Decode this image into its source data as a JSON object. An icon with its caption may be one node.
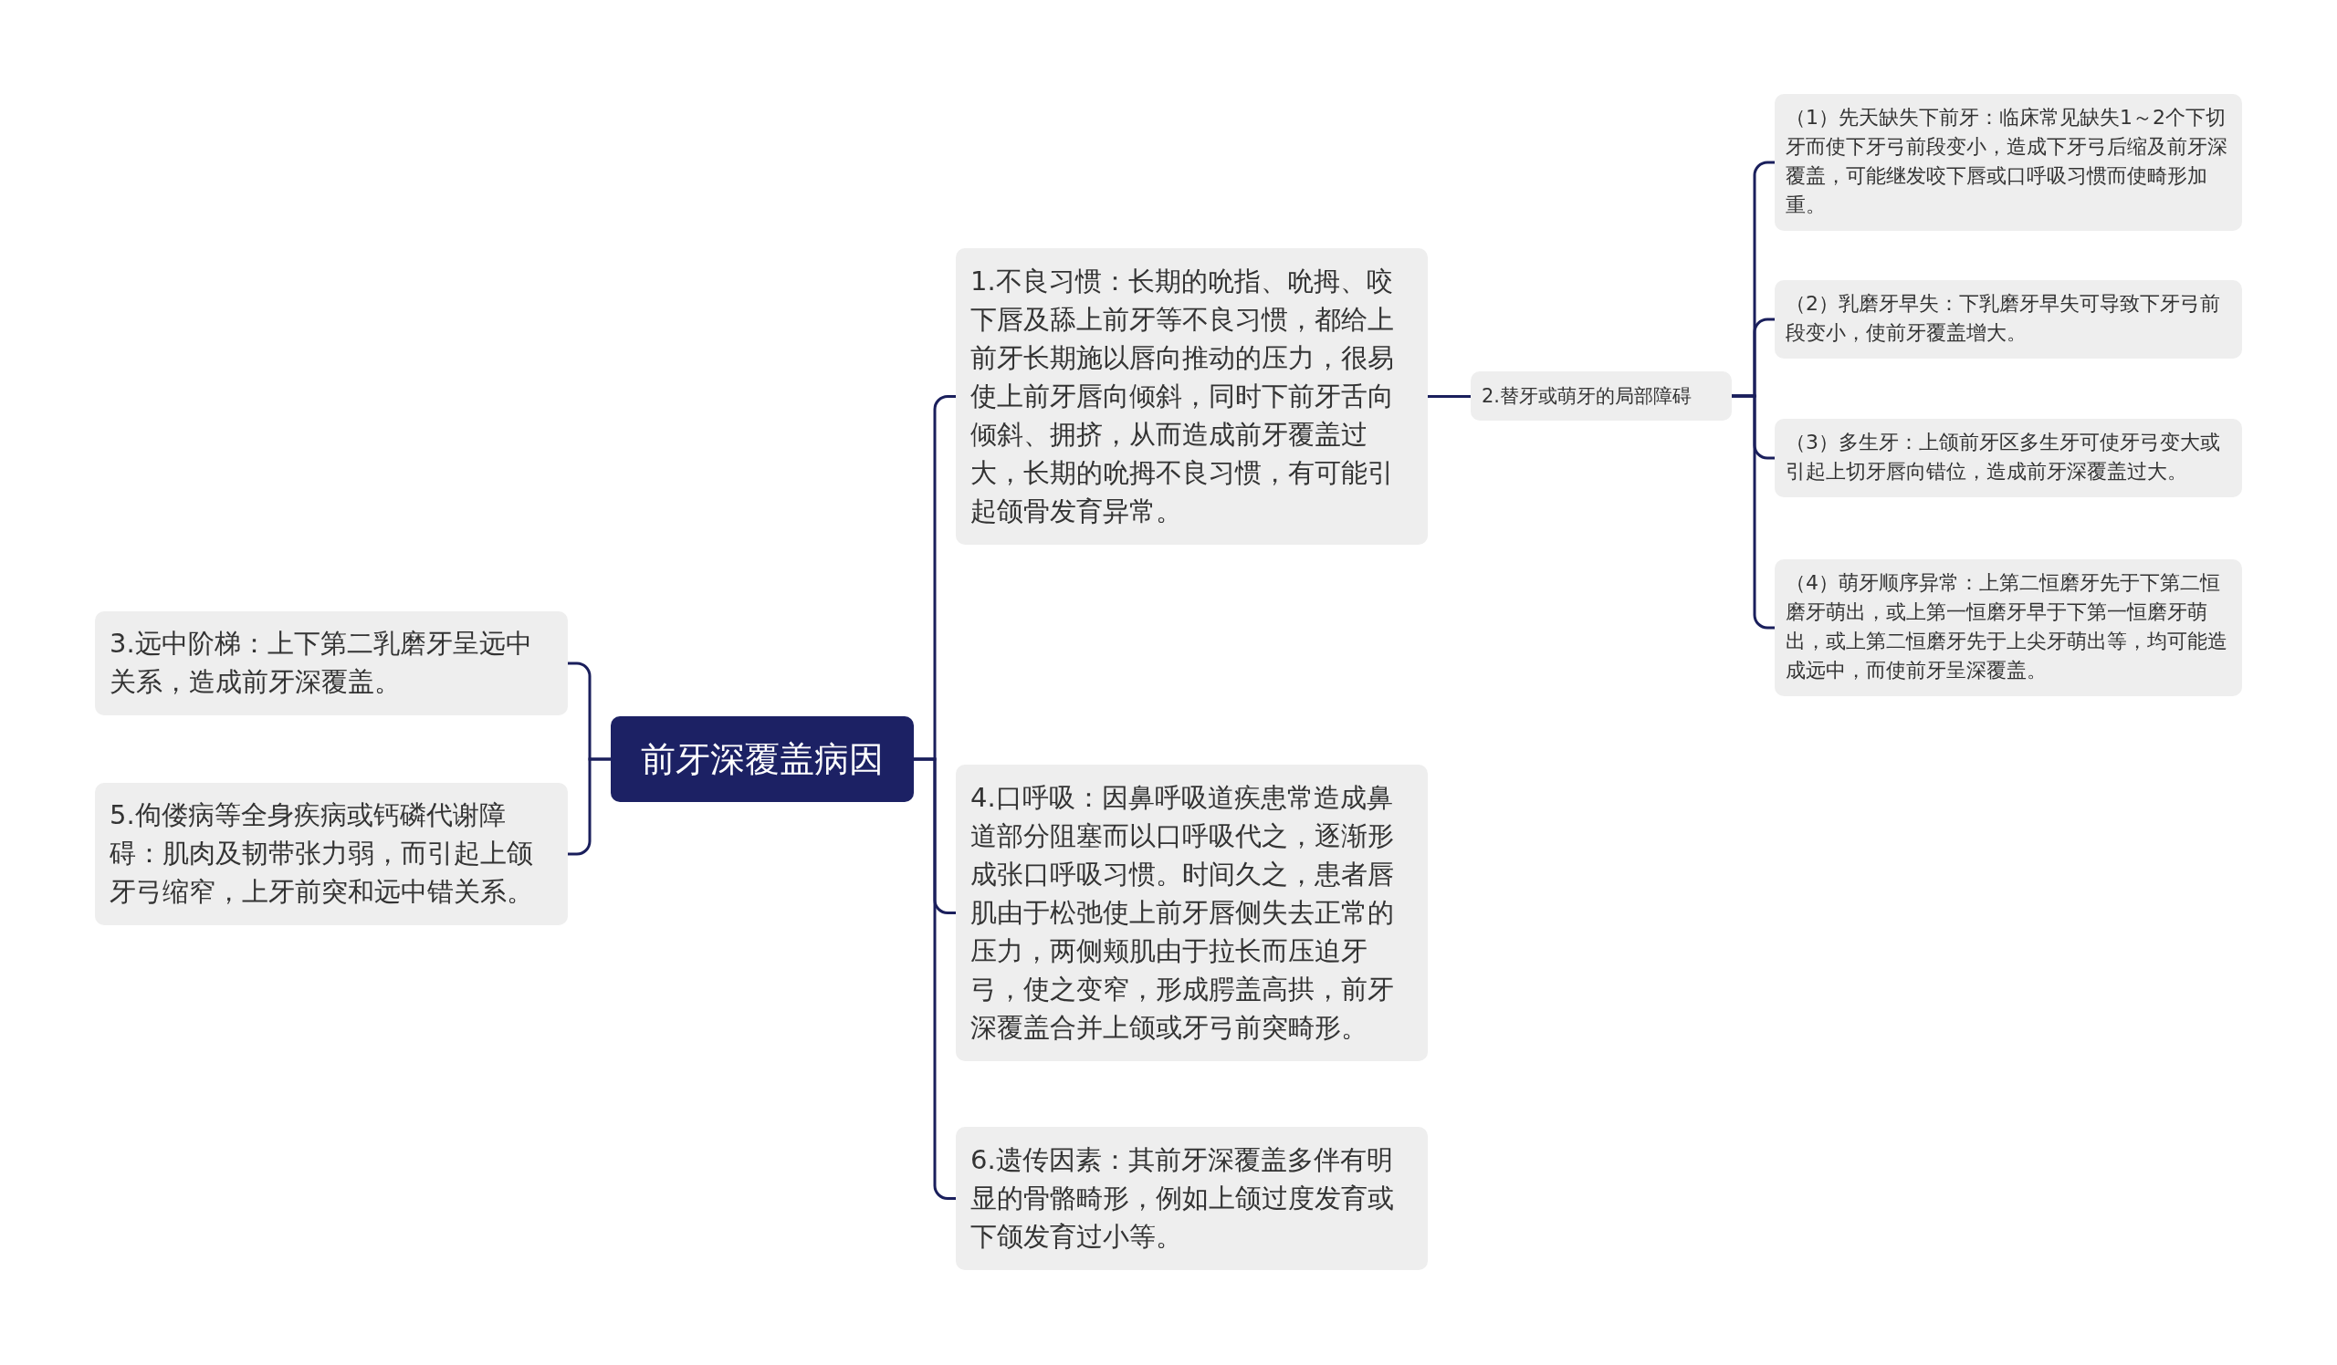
{
  "diagram": {
    "nodes": [
      {
        "text": [
          "前牙深覆盖病因"
        ]
      },
      {
        "text": [
          "1.不良习惯：长期的吮指、吮拇、咬下唇及舔上前牙等不良习惯，都给上前牙长期施以唇向推动的压力，很易使上前牙唇向倾斜，同时下前牙舌向倾斜、拥挤，从而造成前牙覆盖过大，长期的吮拇不良习惯，有可能引起颌骨发育异常。"
        ]
      },
      {
        "text": [
          "2.替牙或萌牙的局部障碍"
        ]
      },
      {
        "text": [
          "（1）先天缺失下前牙：临床常见缺失1～2个下切牙而使下牙弓前段变小，造成下牙弓后缩及前牙深覆盖，可能继发咬下唇或口呼吸习惯而使畸形加重。"
        ]
      },
      {
        "text": [
          "（2）乳磨牙早失：下乳磨牙早失可导致下牙弓前段变小，使前牙覆盖增大。"
        ]
      },
      {
        "text": [
          "（3）多生牙：上颌前牙区多生牙可使牙弓变大或引起上切牙唇向错位，造成前牙深覆盖过大。"
        ]
      },
      {
        "text": [
          "（4）萌牙顺序异常：上第二恒磨牙先于下第二恒磨牙萌出，或上第一恒磨牙早于下第一恒磨牙萌出，或上第二恒磨牙先于上尖牙萌出等，均可能造成远中，而使前牙呈深覆盖。"
        ]
      },
      {
        "text": [
          "3.远中阶梯：上下第二乳磨牙呈远中关系，造成前牙深覆盖。"
        ]
      },
      {
        "text": [
          "4.口呼吸：因鼻呼吸道疾患常造成鼻道部分阻塞而以口呼吸代之，逐渐形成张口呼吸习惯。时间久之，患者唇肌由于松弛使上前牙唇侧失去正常的压力，两侧颊肌由于拉长而压迫牙弓，使之变窄，形成腭盖高拱，前牙深覆盖合并上颌或牙弓前突畸形。"
        ]
      },
      {
        "text": [
          "5.佝偻病等全身疾病或钙磷代谢障碍：肌肉及韧带张力弱，而引起上颌牙弓缩窄，上牙前突和远中错关系。"
        ]
      },
      {
        "text": [
          "6.遗传因素：其前牙深覆盖多伴有明显的骨骼畸形，例如上颌过度发育或下颌发育过小等。"
        ]
      }
    ],
    "edges": [
      {
        "from": 0,
        "to": 1,
        "arrow": "none"
      },
      {
        "from": 1,
        "to": 2,
        "arrow": "none"
      },
      {
        "from": 2,
        "to": 3,
        "arrow": "none"
      },
      {
        "from": 2,
        "to": 4,
        "arrow": "none"
      },
      {
        "from": 2,
        "to": 5,
        "arrow": "none"
      },
      {
        "from": 2,
        "to": 6,
        "arrow": "none"
      },
      {
        "from": 0,
        "to": 7,
        "arrow": "none"
      },
      {
        "from": 0,
        "to": 8,
        "arrow": "none"
      },
      {
        "from": 0,
        "to": 9,
        "arrow": "none"
      },
      {
        "from": 0,
        "to": 10,
        "arrow": "none"
      }
    ]
  }
}
